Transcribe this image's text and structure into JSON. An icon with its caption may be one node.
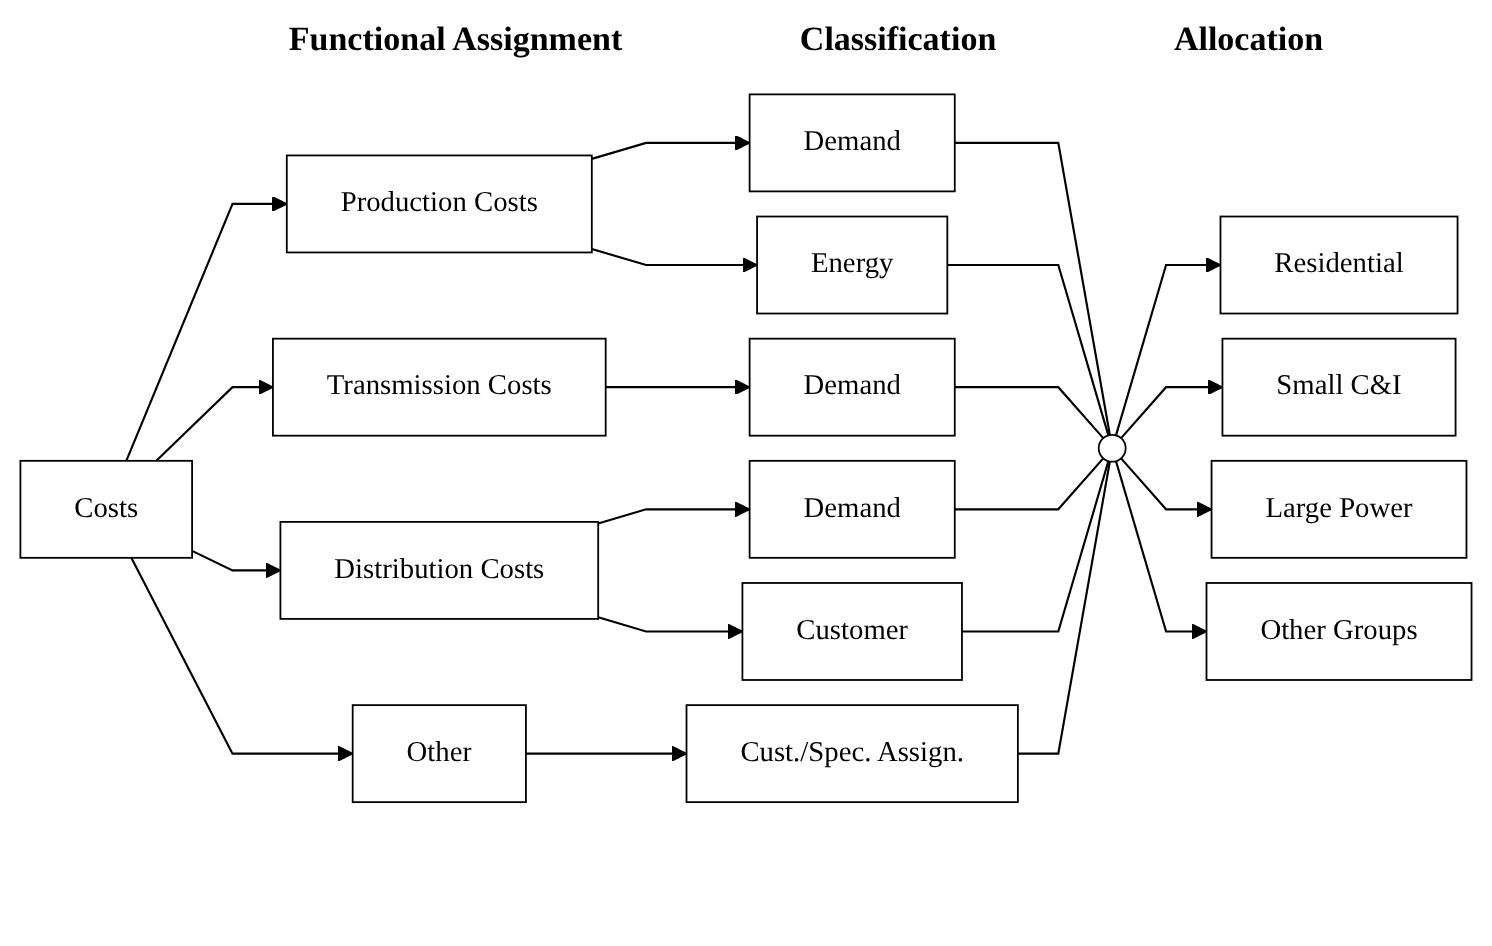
{
  "diagram": {
    "nodes": [
      {
        "text": [
          "Costs"
        ]
      },
      {
        "text": [
          "Production Costs"
        ]
      },
      {
        "text": [
          "Transmission Costs"
        ]
      },
      {
        "text": [
          "Distribution Costs"
        ]
      },
      {
        "text": [
          "Other"
        ]
      },
      {
        "text": [
          "Demand"
        ]
      },
      {
        "text": [
          "Energy"
        ]
      },
      {
        "text": [
          "Demand"
        ]
      },
      {
        "text": [
          "Demand"
        ]
      },
      {
        "text": [
          "Customer"
        ]
      },
      {
        "text": [
          "Cust./Spec. Assign."
        ]
      },
      {
        "text": [],
        "shape": "circle"
      },
      {
        "text": [
          "Residential"
        ]
      },
      {
        "text": [
          "Small C&I"
        ]
      },
      {
        "text": [
          "Large Power"
        ]
      },
      {
        "text": [
          "Other Groups"
        ]
      }
    ],
    "edges": [
      {
        "from": 0,
        "to": 1,
        "arrow": "to"
      },
      {
        "from": 0,
        "to": 2,
        "arrow": "to"
      },
      {
        "from": 0,
        "to": 3,
        "arrow": "to"
      },
      {
        "from": 0,
        "to": 4,
        "arrow": "to"
      },
      {
        "from": 1,
        "to": 5,
        "arrow": "to"
      },
      {
        "from": 1,
        "to": 6,
        "arrow": "to"
      },
      {
        "from": 2,
        "to": 7,
        "arrow": "to"
      },
      {
        "from": 3,
        "to": 8,
        "arrow": "to"
      },
      {
        "from": 3,
        "to": 9,
        "arrow": "to"
      },
      {
        "from": 4,
        "to": 10,
        "arrow": "to"
      },
      {
        "from": 5,
        "to": 11,
        "arrow": "none"
      },
      {
        "from": 6,
        "to": 11,
        "arrow": "none"
      },
      {
        "from": 7,
        "to": 11,
        "arrow": "none"
      },
      {
        "from": 8,
        "to": 11,
        "arrow": "none"
      },
      {
        "from": 9,
        "to": 11,
        "arrow": "none"
      },
      {
        "from": 10,
        "to": 11,
        "arrow": "none"
      },
      {
        "from": 11,
        "to": 12,
        "arrow": "to"
      },
      {
        "from": 11,
        "to": 13,
        "arrow": "to"
      },
      {
        "from": 11,
        "to": 14,
        "arrow": "to"
      },
      {
        "from": 11,
        "to": 15,
        "arrow": "to"
      }
    ],
    "labels": [
      "Functional Assignment",
      "Classification",
      "Allocation"
    ]
  }
}
